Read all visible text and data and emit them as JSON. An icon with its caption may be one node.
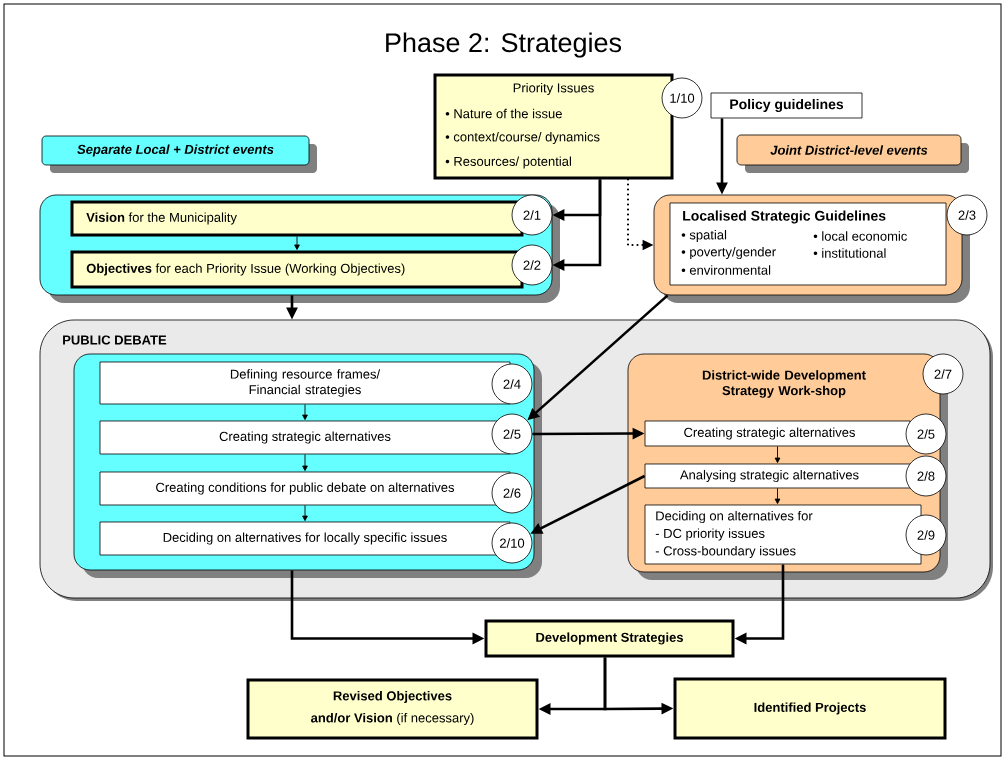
{
  "diagram": {
    "title": "Phase 2: Strategies",
    "nodes": [
      {
        "text": [
          "Priority Issues",
          "• Nature of the issue",
          "• context/course/ dynamics",
          "• Resources/ potential"
        ]
      },
      {
        "text": [
          "1/10"
        ]
      },
      {
        "text": [
          "Policy guidelines"
        ]
      },
      {
        "text": [
          "Separate Local + District events"
        ]
      },
      {
        "text": [
          "Joint District-level events"
        ]
      },
      {
        "text": [],
        "shape": "box"
      },
      {
        "text": [
          "**Vision** for the Municipality"
        ],
        "in": 5
      },
      {
        "text": [
          "2/1"
        ],
        "in": 5
      },
      {
        "text": [
          "**Objectives** for each Priority Issue (Working Objectives)"
        ],
        "in": 5
      },
      {
        "text": [
          "2/2"
        ],
        "in": 5
      },
      {
        "text": [],
        "shape": "box"
      },
      {
        "text": [
          "Localised Strategic Guidelines",
          "• spatial",
          "• poverty/gender",
          "• environmental",
          "• local economic",
          "• institutional"
        ],
        "in": 10
      },
      {
        "text": [
          "2/3"
        ]
      },
      {
        "text": [
          "PUBLIC DEBATE"
        ]
      },
      {
        "text": [],
        "shape": "box",
        "in": 13
      },
      {
        "text": [
          "Defining resource frames/ Financial strategies"
        ],
        "in": 14
      },
      {
        "text": [
          "2/4"
        ],
        "in": 14
      },
      {
        "text": [
          "Creating strategic alternatives"
        ],
        "in": 14
      },
      {
        "text": [
          "2/5"
        ],
        "in": 14
      },
      {
        "text": [
          "Creating conditions for public debate on alternatives"
        ],
        "in": 14
      },
      {
        "text": [
          "2/6"
        ],
        "in": 14
      },
      {
        "text": [
          "Deciding on alternatives for locally specific issues"
        ],
        "in": 14
      },
      {
        "text": [
          "2/10"
        ],
        "in": 14
      },
      {
        "text": [
          "District-wide Development Strategy Work-shop"
        ],
        "in": 13
      },
      {
        "text": [
          "2/7"
        ],
        "in": 13
      },
      {
        "text": [
          "Creating strategic alternatives"
        ],
        "in": 23
      },
      {
        "text": [
          "2/5"
        ],
        "in": 13
      },
      {
        "text": [
          "Analysing strategic alternatives"
        ],
        "in": 23
      },
      {
        "text": [
          "2/8"
        ],
        "in": 13
      },
      {
        "text": [
          "Deciding on alternatives for",
          "- DC priority issues",
          "- Cross-boundary issues"
        ],
        "in": 23
      },
      {
        "text": [
          "2/9"
        ],
        "in": 13
      },
      {
        "text": [
          "Development Strategies"
        ]
      },
      {
        "text": [
          "Revised Objectives",
          "**and/or Vision** (if necessary)"
        ]
      },
      {
        "text": [
          "Identified Projects"
        ]
      }
    ],
    "edges": [
      {
        "from": 0,
        "to": 7,
        "arrow": "to"
      },
      {
        "from": 0,
        "to": 9,
        "arrow": "to"
      },
      {
        "from": 0,
        "to": 10,
        "arrow": "to",
        "style": "dashed"
      },
      {
        "from": 2,
        "to": 10,
        "arrow": "to"
      },
      {
        "from": 6,
        "to": 8,
        "arrow": "to"
      },
      {
        "from": 5,
        "to": 13,
        "arrow": "to"
      },
      {
        "from": 10,
        "to": 18,
        "arrow": "to"
      },
      {
        "from": 18,
        "to": 25,
        "arrow": "to"
      },
      {
        "from": 27,
        "to": 22,
        "arrow": "to"
      },
      {
        "from": 15,
        "to": 17,
        "arrow": "to"
      },
      {
        "from": 17,
        "to": 19,
        "arrow": "to"
      },
      {
        "from": 19,
        "to": 21,
        "arrow": "to"
      },
      {
        "from": 25,
        "to": 27,
        "arrow": "to"
      },
      {
        "from": 27,
        "to": 29,
        "arrow": "to"
      },
      {
        "from": 14,
        "to": 31,
        "arrow": "to"
      },
      {
        "from": 29,
        "to": 31,
        "arrow": "to"
      },
      {
        "from": 31,
        "to": 32,
        "arrow": "to"
      },
      {
        "from": 31,
        "to": 33,
        "arrow": "to"
      }
    ]
  }
}
